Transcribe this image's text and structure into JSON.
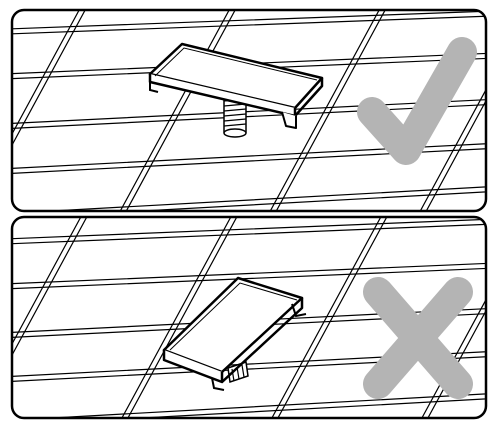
{
  "panels": [
    {
      "id": "correct-installation",
      "verdict": "correct",
      "mark_icon": "checkmark-icon",
      "mark_color": "#b4b4b4"
    },
    {
      "id": "incorrect-installation",
      "verdict": "incorrect",
      "mark_icon": "cross-icon",
      "mark_color": "#b4b4b4"
    }
  ],
  "colors": {
    "frame": "#000000",
    "wire": "#000000",
    "background": "#ffffff",
    "mark": "#b4b4b4"
  }
}
